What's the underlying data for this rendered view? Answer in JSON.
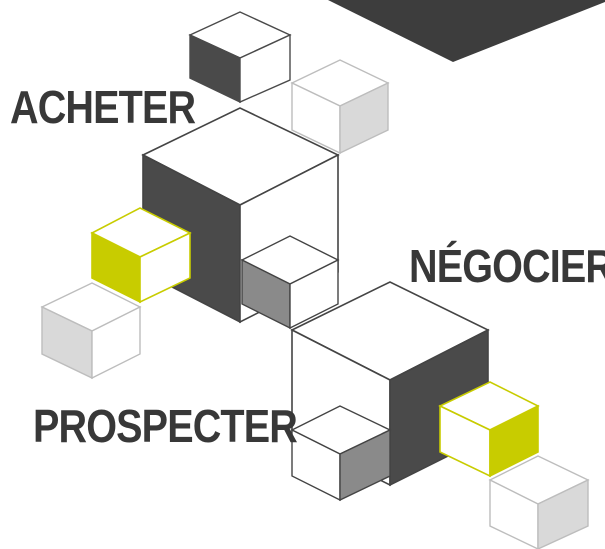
{
  "labels": {
    "acheter": "ACHETER",
    "negocier": "NÉGOCIER",
    "prospecter": "PROSPECTER"
  },
  "colors": {
    "text": "#383838",
    "dark_face": "#4a4a4a",
    "mid_face": "#8a8a8a",
    "light_face": "#d9d9d9",
    "outline_dark": "#444444",
    "outline_light": "#bfbfbf",
    "accent": "#c8cc00",
    "white": "#ffffff"
  },
  "icons": [
    "cube-icon"
  ]
}
